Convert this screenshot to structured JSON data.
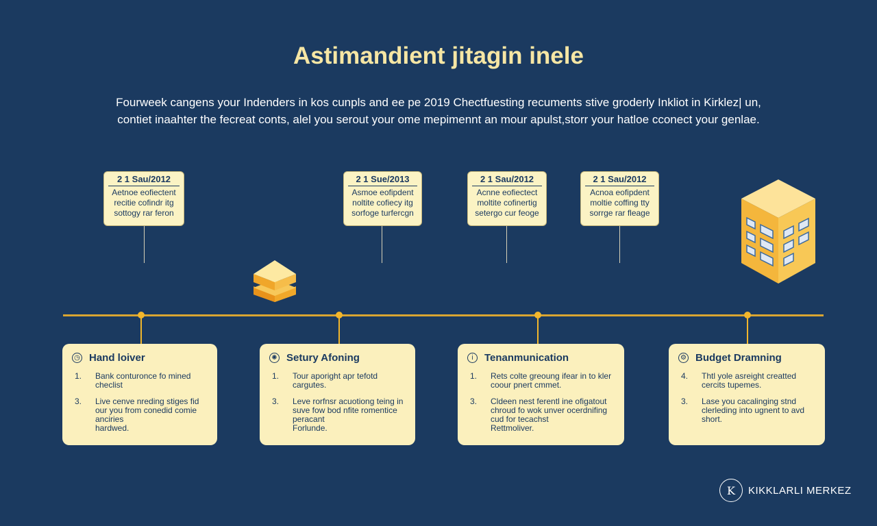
{
  "title": "Astimandient jitagin inele",
  "subtitle_lines": [
    "Fourweek cangens your Indenders in kos cunpls and ee pe 2019 Chectfuesting recuments stive groderly Inkliot in Kirklez| un,",
    "contiet inaahter the fecreat conts, alel you serout your ome mepimennt an mour apulst,storr your hatloe cconect your genlae."
  ],
  "milestones": [
    {
      "date": "2 1 Sau/2012",
      "lines": [
        "Aetnoe eofiectent",
        "recitie cofindr itg",
        "sottogy rar feron"
      ]
    },
    {
      "date": "2 1 Sue/2013",
      "lines": [
        "Asmoe eofipdent",
        "noltite cofiecy itg",
        "sorfoge turfercgn"
      ]
    },
    {
      "date": "2 1 Sau/2012",
      "lines": [
        "Acnne eofiectect",
        "moltite cofinertig",
        "setergo cur feoge"
      ]
    },
    {
      "date": "2 1 Sau/2012",
      "lines": [
        "Acnoa eofipdent",
        "moltie coffing tty",
        "sorrge rar fleage"
      ]
    }
  ],
  "cards": [
    {
      "title": "Hand loiver",
      "icon": "clock-icon",
      "items": [
        {
          "num": "1.",
          "lines": [
            "Bank conturonce fo mined",
            "checlist"
          ]
        },
        {
          "num": "3.",
          "lines": [
            "Live cenve nreding stiges fid",
            "our you from conedid comie",
            "anciries",
            "hardwed."
          ]
        }
      ]
    },
    {
      "title": "Setury Afoning",
      "icon": "globe-icon",
      "items": [
        {
          "num": "1.",
          "lines": [
            "Tour aporight apr tefotd",
            "cargutes."
          ]
        },
        {
          "num": "3.",
          "lines": [
            "Leve rorfnsr acuotiong teing in",
            "suve fow bod nfite romentice",
            "peracant",
            "Forlunde."
          ]
        }
      ]
    },
    {
      "title": "Tenanmunication",
      "icon": "info-icon",
      "items": [
        {
          "num": "1.",
          "lines": [
            "Rets colte greoung ifear in to kler",
            "coour pnert cmmet."
          ]
        },
        {
          "num": "3.",
          "lines": [
            "Cldeen nest ferentl ine ofigatout",
            "chroud fo wok unver ocerdnifing",
            "cud for tecachst",
            "Rettmoliver."
          ]
        }
      ]
    },
    {
      "title": "Budget Dramning",
      "icon": "gear-icon",
      "items": [
        {
          "num": "4.",
          "lines": [
            "Thtl yole asreight creatted",
            "cercits tupemes."
          ]
        },
        {
          "num": "3.",
          "lines": [
            "Lase you cacalinging stnd",
            "clerleding into ugnent to avd",
            "short."
          ]
        }
      ]
    }
  ],
  "logo": {
    "mark": "K",
    "name": "KIKKLARLI MERKEZ"
  },
  "colors": {
    "background": "#1b3a60",
    "accent": "#f2b62c",
    "card": "#fbf0bd",
    "title": "#f6e6a4"
  }
}
